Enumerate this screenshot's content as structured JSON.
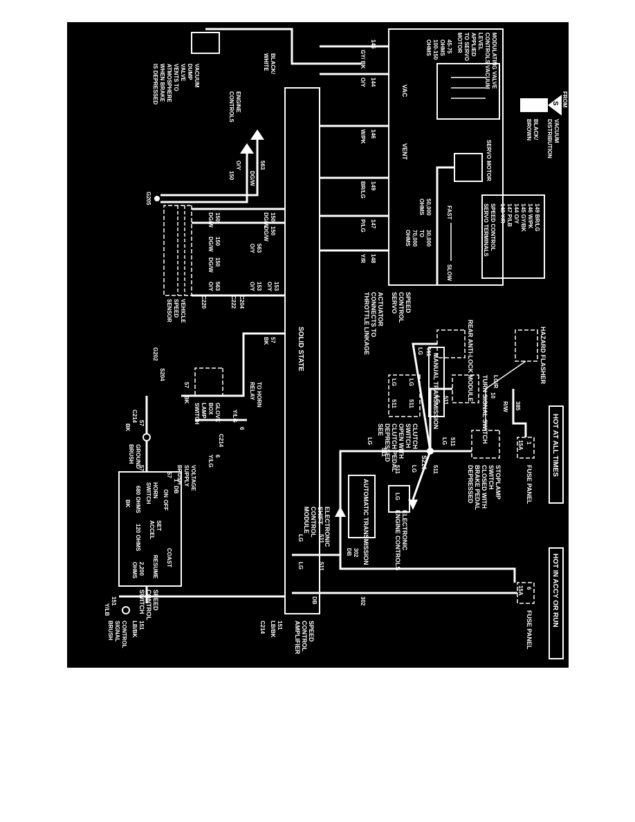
{
  "labels": {
    "hot_at_all_times": "HOT AT ALL TIMES",
    "hot_in_accy_or_run": "HOT IN ACCY OR RUN",
    "fuse_panel_1": "FUSE PANEL",
    "fuse_panel_2": "FUSE PANEL",
    "fuse_1_rating": "15A",
    "fuse_1_number": "1",
    "fuse_6_rating": "15A",
    "fuse_6_number": "6",
    "hazard_flasher": "HAZARD FLASHER",
    "stoplamp_switch_1": "STOPLAMP",
    "stoplamp_switch_2": "SWITCH",
    "stoplamp_switch_3": "CLOSED WITH",
    "stoplamp_switch_4": "BRAKE PEDAL",
    "stoplamp_switch_5": "DEPRESSED",
    "turn_signal_switch": "TURN SIGNAL SWITCH",
    "rear_anti_lock": "REAR ANTI-LOCK MODULE",
    "manual_transmission": "MANUAL TRANSMISSION",
    "automatic_transmission": "AUTOMATIC TRANSMISSION",
    "clutch_switch_1": "CLUTCH",
    "clutch_switch_2": "SWITCH",
    "clutch_switch_3": "OPEN WITH",
    "clutch_switch_4": "CLUTCH PEDAL",
    "clutch_switch_5": "DEPRESSED",
    "clutch_switch_6": "SEE",
    "electronic_engine_controls_1": "ELECTRONIC",
    "electronic_engine_controls_2": "ENGINE CONTROLS",
    "electronic_shift_1": "ELECTRONIC",
    "electronic_shift_2": "SHIFT",
    "electronic_shift_3": "CONTROL",
    "electronic_shift_4": "MODULE",
    "s216": "S216",
    "speed_control_servo_1": "SPEED",
    "speed_control_servo_2": "CONTROL",
    "speed_control_servo_3": "SERVO",
    "actuator_1": "ACTUATOR",
    "actuator_2": "CONNECTS TO",
    "actuator_3": "THROTTLE LINKAGE",
    "servo_terminals_1": "SPEED CONTROL",
    "servo_terminals_2": "SERVO TERMINALS",
    "term_149": "149 BR/LG",
    "term_146": "146 W/PK",
    "term_145": "145 GY/BK",
    "term_144": "144 O/Y",
    "term_147": "147 P/LB",
    "term_148": "148 Y/R",
    "from_vacuum_1": "FROM",
    "from_vacuum_2": "VACUUM",
    "from_vacuum_3": "DISTRIBUTION",
    "black_brown_1": "BLACK/",
    "black_brown_2": "BROWN",
    "modulating_1": "MODULATING VALVE",
    "modulating_2": "CONTROLS VACUUM",
    "modulating_3": "LEVEL",
    "modulating_4": "APPLIED",
    "modulating_5": "TO SERVO",
    "modulating_6": "MOTOR",
    "ohms_45_75": "45-75",
    "ohms_word_1": "OHMS",
    "ohms_100_150": "100-150",
    "ohms_word_2": "OHMS",
    "vac": "VAC",
    "vent": "VENT",
    "servo_motor": "SERVO MOTOR",
    "fast": "FAST",
    "slow": "SLOW",
    "ohms_50000_1": "50,000",
    "ohms_50000_2": "OHMS",
    "ohms_30000_1": "30,000",
    "ohms_30000_2": "TO",
    "ohms_30000_3": "70,000",
    "ohms_30000_4": "OHMS",
    "vacuum_dump_1": "VACUUM",
    "vacuum_dump_2": "DUMP",
    "vacuum_dump_3": "VALVE",
    "vacuum_dump_4": "VENTS TO",
    "vacuum_dump_5": "ATMOSPHERE",
    "vacuum_dump_6": "WHEN BRAKE",
    "vacuum_dump_7": "IS DEPRESSED",
    "black_white_1": "BLACK/",
    "black_white_2": "WHITE",
    "engine_controls_1": "ENGINE",
    "engine_controls_2": "CONTROLS",
    "g205": "G205",
    "vss_1": "VEHICLE",
    "vss_2": "SPEED",
    "vss_3": "SENSOR",
    "c220": "C220",
    "c222": "C222",
    "c204": "C204",
    "solid_state": "SOLID STATE",
    "g202": "G202",
    "s204": "S204",
    "glove_box_1": "GLOVE",
    "glove_box_2": "BOX",
    "glove_box_3": "LAMP",
    "glove_box_4": "SWITCH",
    "to_horn_1": "TO HORN",
    "to_horn_2": "RELAY",
    "c214_a": "C214",
    "c214_b": "C214",
    "c214_c": "C214",
    "ground_brush_1": "GROUND",
    "ground_brush_2": "BRUSH",
    "voltage_supply_1": "VOLTAGE",
    "voltage_supply_2": "SUPPLY",
    "voltage_supply_3": "BRUSH",
    "sw_on": "ON",
    "sw_off": "OFF",
    "sw_horn": "HORN",
    "sw_switch": "SWITCH",
    "sw_set": "SET",
    "sw_accel": "ACCEL",
    "sw_coast": "COAST",
    "sw_resume": "RESUME",
    "sw_680": "680 OHMS",
    "sw_120": "120 OHMS",
    "sw_2200_1": "2,200",
    "sw_2200_2": "OHMS",
    "sc_switch_1": "SPEED",
    "sc_switch_2": "CONTROL",
    "sc_switch_3": "SWITCH",
    "csb_1": "CONTROL",
    "csb_2": "SIGNAL",
    "csb_3": "BRUSH",
    "amp_1": "SPEED",
    "amp_2": "CONTROL",
    "amp_3": "AMPLIFIER"
  },
  "wires": {
    "w385": "385",
    "w_rw": "R/W",
    "w10": "10",
    "w_lgr": "LG/R",
    "w511_a": "511",
    "w511_b": "511",
    "w511_c": "511",
    "w511_d": "511",
    "w511_e": "511",
    "w511_f": "511",
    "w511_g": "511",
    "w511_h": "511",
    "w511_i": "511",
    "w511_j": "511",
    "w_lg_a": "LG",
    "w_lg_b": "LG",
    "w_lg_c": "LG",
    "w_lg_d": "LG",
    "w_lg_e": "LG",
    "w_lg_f": "LG",
    "w_lg_g": "LG",
    "w_lg_h": "LG",
    "w_lg_i": "LG",
    "w_lg_j": "LG",
    "w302_a": "302",
    "w302_b": "302",
    "w_db_a": "DB",
    "w_db_b": "DB",
    "w_db_c": "DB",
    "w145": "145",
    "w_gybk": "GY/ BK",
    "w144": "144",
    "w_oy_a": "O/Y",
    "w146": "146",
    "w_wpk": "W/PK",
    "w149": "149",
    "w_brlg": "BR/LG",
    "w147": "147",
    "w_plg": "P/LG",
    "w148": "148",
    "w_yr": "Y/R",
    "w563_a": "563",
    "w_oy_b": "O/Y",
    "w_dgw_a": "DG/W",
    "w150_a": "150",
    "w150_b": "150",
    "w150_c": "150",
    "w150_d": "150",
    "w150_e": "150",
    "w150_f": "150",
    "w_dgw_b": "DG/W",
    "w_dgw_c": "DG/W",
    "w_dgw_d": "DG/W",
    "w_dgw_e": "DG/W",
    "w_dgw_f": "DG/W",
    "w563_b": "563",
    "w_oy_c": "O/Y",
    "w153_a": "153",
    "w153_b": "153",
    "w_oy_d": "O/Y",
    "w_oy_e": "O/Y",
    "w563_c": "563",
    "w_oy_f": "O/Y",
    "w57_a": "57",
    "w_bk_a": "BK",
    "w57_b": "57",
    "w_bk_b": "BK",
    "w57_c": "57",
    "w_bk_c": "BK",
    "w57_d": "57",
    "w57_e": "57",
    "w_bk_d": "BK",
    "w6_a": "6",
    "w_ylg_a": "Y/LG",
    "w6_b": "6",
    "w_ylg_b": "Y/LG",
    "w1": "1",
    "w151_a": "151",
    "w_ylb": "Y/LB",
    "w151_b": "151",
    "w_lbbk_a": "LB/BK",
    "w151_c": "151",
    "w_lbbk_b": "LB/BK",
    "s_vac": "S"
  }
}
